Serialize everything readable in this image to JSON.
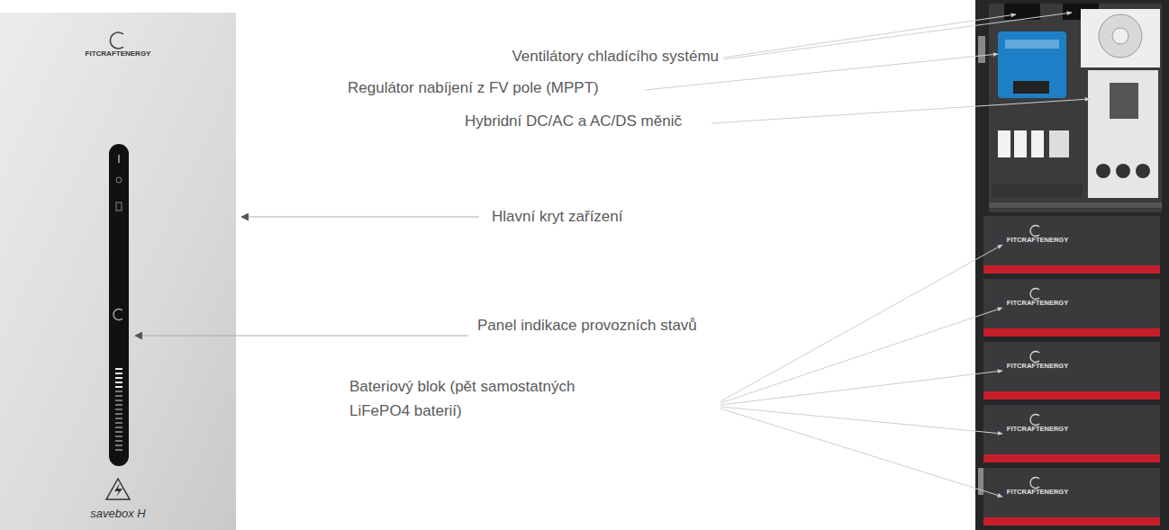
{
  "diagram": {
    "labels": [
      "Ventilátory chladícího systému",
      "Regulátor nabíjení z FV pole (MPPT)",
      "Hybridní DC/AC a AC/DS měnič",
      "Hlavní kryt zařízení",
      "Panel indikace provozních stavů",
      "Bateriový blok (pět samostatných LiFePO4 baterií)",
      "FITCRAFTENERGY",
      "savebox H",
      "FITCRAFTENERGY",
      "FITCRAFTENERGY",
      "FITCRAFTENERGY",
      "FITCRAFTENERGY",
      "FITCRAFTENERGY"
    ]
  }
}
